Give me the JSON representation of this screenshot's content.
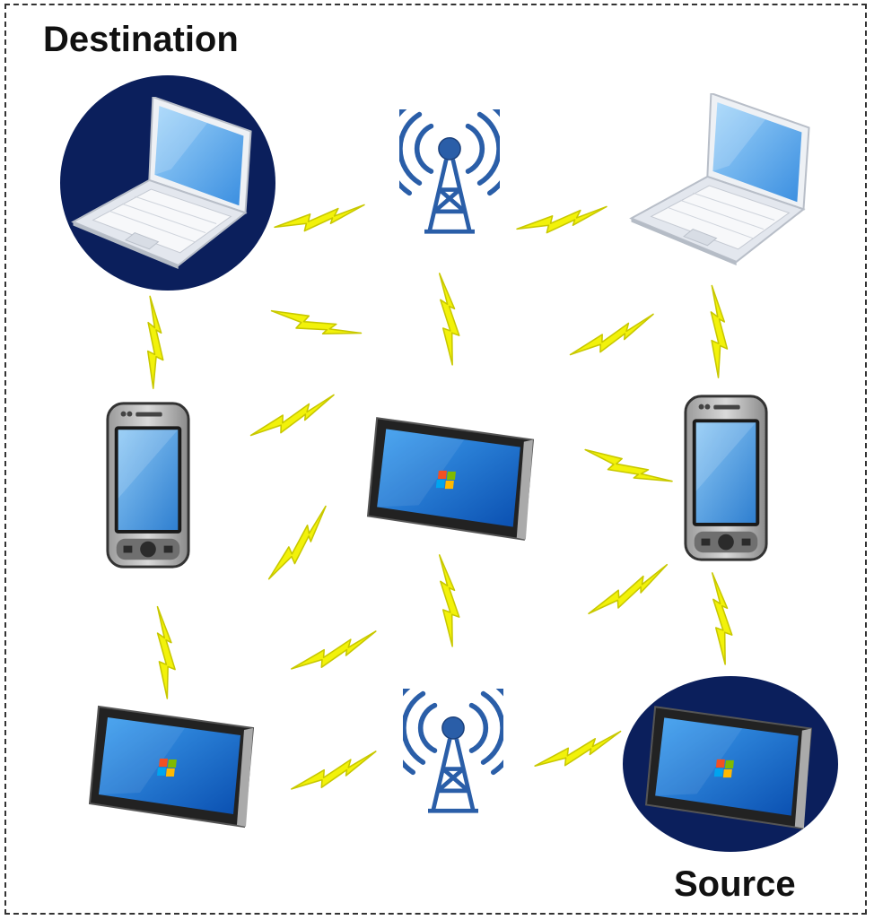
{
  "labels": {
    "destination": "Destination",
    "source": "Source"
  },
  "colors": {
    "highlight_circle": "#0b1f5c",
    "lightning": "#f2f20a",
    "lightning_outline": "#c8c800",
    "tower": "#2a5ea8",
    "screen_blue": "#1e6fd0",
    "device_body": "#2b2b2b",
    "laptop_body": "#e8ecf2"
  },
  "nodes": [
    {
      "id": "laptop-destination",
      "type": "laptop",
      "highlighted": true,
      "role": "destination"
    },
    {
      "id": "tower-top",
      "type": "antenna-tower"
    },
    {
      "id": "laptop-top-right",
      "type": "laptop"
    },
    {
      "id": "phone-left",
      "type": "smartphone"
    },
    {
      "id": "tablet-center",
      "type": "tablet"
    },
    {
      "id": "phone-right",
      "type": "smartphone"
    },
    {
      "id": "tablet-bottom-left",
      "type": "tablet"
    },
    {
      "id": "tower-bottom",
      "type": "antenna-tower"
    },
    {
      "id": "tablet-source",
      "type": "tablet",
      "highlighted": true,
      "role": "source"
    }
  ],
  "links": [
    {
      "from": "laptop-destination",
      "to": "tower-top"
    },
    {
      "from": "tower-top",
      "to": "laptop-top-right"
    },
    {
      "from": "laptop-destination",
      "to": "phone-left"
    },
    {
      "from": "laptop-destination",
      "to": "tablet-center"
    },
    {
      "from": "tower-top",
      "to": "tablet-center"
    },
    {
      "from": "laptop-top-right",
      "to": "tablet-center"
    },
    {
      "from": "laptop-top-right",
      "to": "phone-right"
    },
    {
      "from": "phone-left",
      "to": "tablet-center"
    },
    {
      "from": "tablet-center",
      "to": "phone-right"
    },
    {
      "from": "phone-left",
      "to": "tablet-center"
    },
    {
      "from": "phone-left",
      "to": "tablet-bottom-left"
    },
    {
      "from": "tablet-center",
      "to": "tower-bottom"
    },
    {
      "from": "tablet-bottom-left",
      "to": "tablet-center"
    },
    {
      "from": "phone-right",
      "to": "tablet-bottom-left"
    },
    {
      "from": "phone-right",
      "to": "tablet-source"
    },
    {
      "from": "tablet-bottom-left",
      "to": "tower-bottom"
    },
    {
      "from": "tower-bottom",
      "to": "tablet-source"
    }
  ]
}
